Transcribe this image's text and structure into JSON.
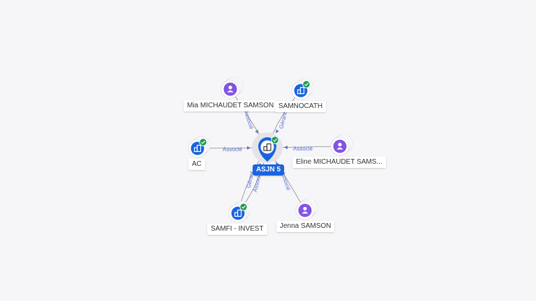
{
  "colors": {
    "company": "#1a64e0",
    "person": "#8254e3",
    "check": "#1a9c52",
    "edge": "#8a8a8a",
    "edge_label": "#5b6fd4",
    "label_bg": "#ffffff"
  },
  "center": {
    "id": "asjn5",
    "label": "ASJN 5",
    "icon": "building-icon",
    "verified": true
  },
  "nodes": [
    {
      "id": "mia",
      "label": "Mia MICHAUDET SAMSON",
      "kind": "person",
      "icon": "person-icon",
      "verified": false
    },
    {
      "id": "samnocath",
      "label": "SAMNOCATH",
      "kind": "company",
      "icon": "building-icon",
      "verified": true
    },
    {
      "id": "ac",
      "label": "AC",
      "kind": "company",
      "icon": "building-icon",
      "verified": true
    },
    {
      "id": "eline",
      "label": "Eline MICHAUDET SAMS...",
      "kind": "person",
      "icon": "person-icon",
      "verified": false
    },
    {
      "id": "samfi",
      "label": "SAMFI - INVEST",
      "kind": "company",
      "icon": "building-icon",
      "verified": true
    },
    {
      "id": "jenna",
      "label": "Jenna SAMSON",
      "kind": "person",
      "icon": "person-icon",
      "verified": false
    }
  ],
  "edges": [
    {
      "from": "mia",
      "to": "asjn5",
      "label": "Associé"
    },
    {
      "from": "samnocath",
      "to": "asjn5",
      "label": "Gérant"
    },
    {
      "from": "ac",
      "to": "asjn5",
      "label": "Associé"
    },
    {
      "from": "eline",
      "to": "asjn5",
      "label": "Associé"
    },
    {
      "from": "samfi",
      "to": "asjn5",
      "label": "Gérant"
    },
    {
      "from": "samfi",
      "to": "asjn5",
      "label": "Associé"
    },
    {
      "from": "jenna",
      "to": "asjn5",
      "label": "Associé"
    }
  ]
}
